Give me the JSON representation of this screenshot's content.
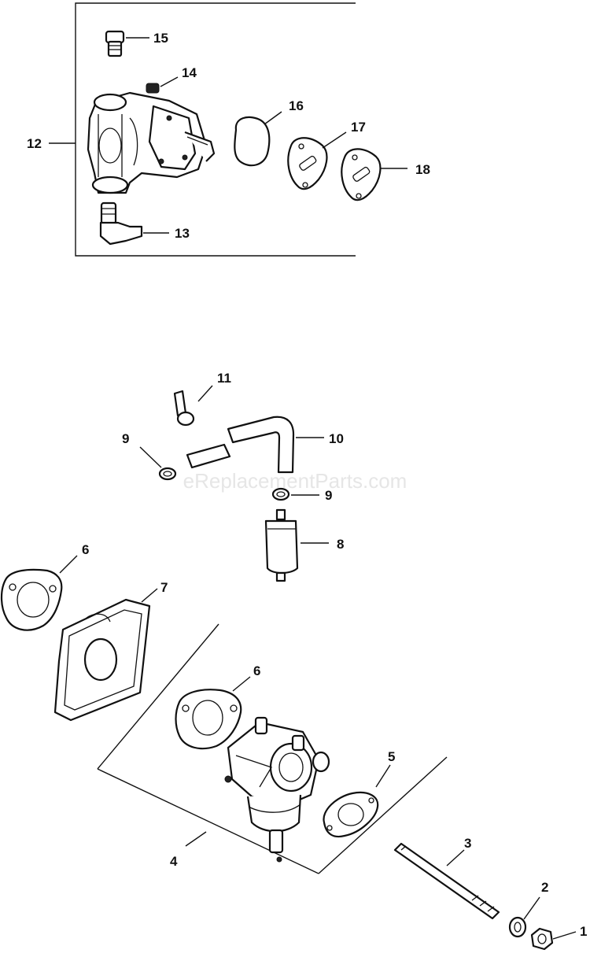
{
  "watermark": "eReplacementParts.com",
  "callouts": {
    "c1": "1",
    "c2": "2",
    "c3": "3",
    "c4": "4",
    "c5": "5",
    "c6a": "6",
    "c6b": "6",
    "c7": "7",
    "c8": "8",
    "c9a": "9",
    "c9b": "9",
    "c10": "10",
    "c11": "11",
    "c12": "12",
    "c13": "13",
    "c14": "14",
    "c15": "15",
    "c16": "16",
    "c17": "17",
    "c18": "18"
  }
}
